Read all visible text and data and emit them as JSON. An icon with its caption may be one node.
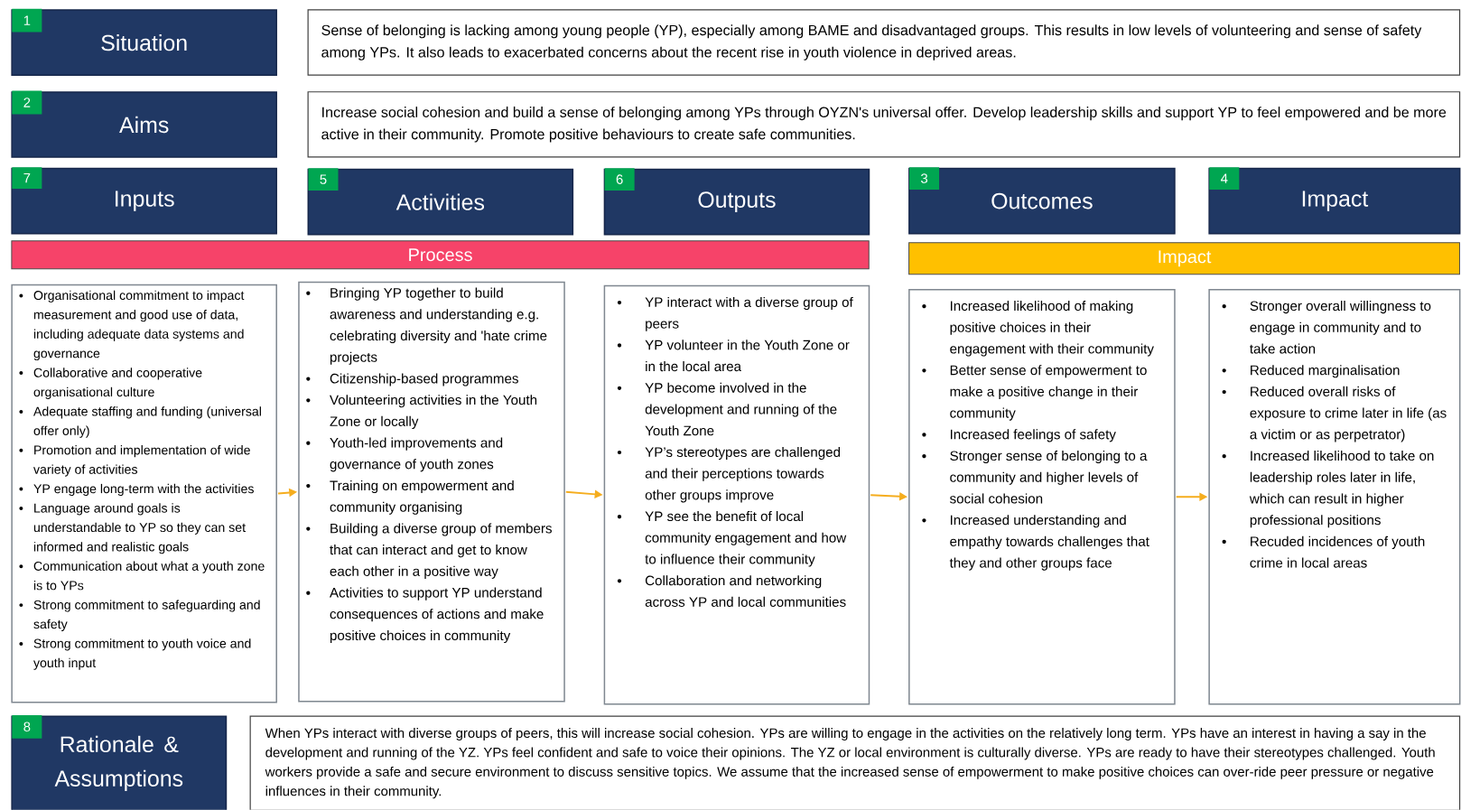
{
  "diagram": {
    "nodes": [
      {
        "text": [
          "Situation"
        ]
      },
      {
        "text": [
          "1"
        ],
        "in": 0
      },
      {
        "text": [
          "Sense of belonging is lacking among young people (YP), especially among BAME and disadvantaged groups. This results in low levels of volunteering and sense of safety among YPs. It also leads to exacerbated concerns about the recent rise in youth violence in deprived areas."
        ]
      },
      {
        "text": [
          "Aims"
        ]
      },
      {
        "text": [
          "2"
        ],
        "in": 3
      },
      {
        "text": [
          "Increase social cohesion and build a sense of belonging among YPs through OYZN's universal offer. Develop leadership skills and support YP to feel empowered and be more active in their community. Promote positive behaviours to create safe communities."
        ]
      },
      {
        "text": [
          "Inputs"
        ]
      },
      {
        "text": [
          "7"
        ],
        "in": 6
      },
      {
        "text": [
          "Activities"
        ]
      },
      {
        "text": [
          "5"
        ],
        "in": 8
      },
      {
        "text": [
          "Outputs"
        ]
      },
      {
        "text": [
          "6"
        ],
        "in": 10
      },
      {
        "text": [
          "Outcomes"
        ]
      },
      {
        "text": [
          "3"
        ],
        "in": 12
      },
      {
        "text": [
          "Impact"
        ]
      },
      {
        "text": [
          "4"
        ],
        "in": 14
      },
      {
        "text": [
          "Process"
        ]
      },
      {
        "text": [
          "Impact"
        ]
      },
      {
        "text": [
          "Organisational commitment to impact measurement and good use of data, including adequate data systems and governance",
          "Collaborative and cooperative organisational culture",
          "Adequate staffing and funding (universal offer only)",
          "Promotion and implementation of wide variety of activities",
          "YP engage long-term with the activities",
          "Language around goals is understandable to YP so they can set informed and realistic goals",
          "Communication about what a youth zone is to YPs",
          "Strong commitment to safeguarding and safety",
          "Strong commitment to youth voice and youth input"
        ]
      },
      {
        "text": [
          "Bringing YP together to build awareness and understanding e.g. celebrating diversity and 'hate crime projects",
          "Citizenship-based programmes",
          "Volunteering activities in the Youth Zone or locally",
          "Youth-led improvements and governance of youth zones",
          "Training on empowerment and community organising",
          "Building a diverse group of members that can interact and get to know each other in a positive way",
          "Activities to support YP understand consequences of actions and make positive choices in community"
        ]
      },
      {
        "text": [
          "YP interact with a diverse group of peers",
          "YP volunteer in the Youth Zone or in the local area",
          "YP become involved in the development and running of the Youth Zone",
          "YP’s stereotypes are challenged and their perceptions towards other groups improve",
          "YP see the benefit of local community engagement and how to influence their community",
          "Collaboration and networking across YP and local communities"
        ]
      },
      {
        "text": [
          "Increased likelihood of making positive choices in their engagement with their community",
          "Better sense of empowerment to make a positive change in their community",
          "Increased feelings of safety",
          "Stronger sense of belonging to a community and higher levels of social cohesion",
          "Increased understanding and empathy towards challenges that they and other groups face"
        ]
      },
      {
        "text": [
          "Stronger overall willingness to engage in community and to take action",
          "Reduced marginalisation",
          "Reduced overall risks of exposure to crime later in life (as a victim or as perpetrator)",
          "Increased likelihood to take on leadership roles later in life, which can result in higher professional positions",
          "Recuded incidences of youth crime in local areas"
        ]
      },
      {
        "text": [
          "Rationale & Assumptions"
        ]
      },
      {
        "text": [
          "8"
        ],
        "in": 23
      },
      {
        "text": [
          "When YPs interact with diverse groups of peers, this will increase social cohesion. YPs are willing to engage in the activities on the relatively long term. YPs have an interest in having a say in the development and running of the YZ. YPs feel confident and safe to voice their opinions. The YZ or local environment is culturally diverse. YPs are ready to have their stereotypes challenged. Youth workers provide a safe and secure environment to discuss sensitive topics. We assume that the increased sense of empowerment to make positive choices can over-ride peer pressure or negative influences in their community."
        ]
      }
    ],
    "edges": [
      {
        "from": 18,
        "to": 19,
        "arrow": "to"
      },
      {
        "from": 19,
        "to": 20,
        "arrow": "to"
      },
      {
        "from": 20,
        "to": 21,
        "arrow": "to"
      },
      {
        "from": 21,
        "to": 22,
        "arrow": "to"
      }
    ]
  }
}
